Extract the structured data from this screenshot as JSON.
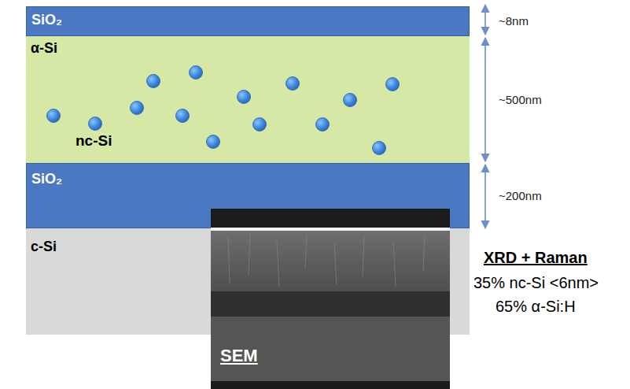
{
  "diagram": {
    "nodes": [
      {
        "text": [
          "SiO₂"
        ]
      },
      {
        "text": [
          "α-Si"
        ]
      },
      {
        "text": [
          "SiO₂"
        ]
      },
      {
        "text": [
          "c-Si"
        ]
      },
      {
        "text": [
          "SEM"
        ]
      }
    ],
    "labels": [
      "nc-Si",
      "~8nm",
      "~500nm",
      "~200nm",
      "XRD + Raman",
      "35% nc-Si <6nm>",
      "65% α-Si:H"
    ]
  }
}
